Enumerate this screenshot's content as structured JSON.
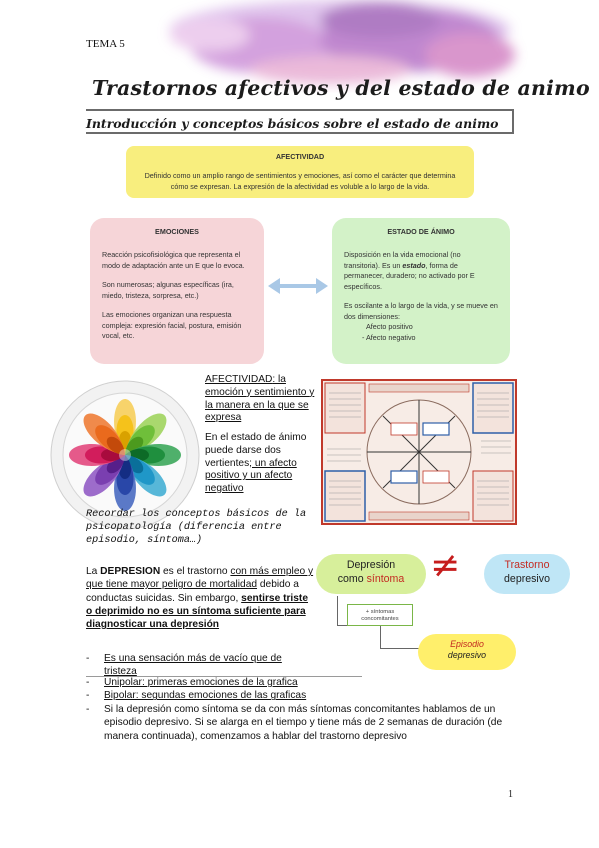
{
  "header": {
    "tema": "TEMA 5",
    "title": "Trastornos afectivos y del estado de animo",
    "subtitle": "Introducción y conceptos básicos sobre el estado de animo"
  },
  "afectividad_box": {
    "title": "AFECTIVIDAD",
    "description": "Definido como un amplio rango de sentimientos y emociones, así como el carácter que determina cómo se expresan. La expresión de la afectividad es voluble a lo largo de la vida."
  },
  "emociones_box": {
    "title": "EMOCIONES",
    "p1": "Reacción psicofisiológica que representa el modo de adaptación ante un E que lo evoca.",
    "p2": "Son numerosas; algunas específicas (ira, miedo, tristeza, sorpresa, etc.)",
    "p3": "Las emociones organizan una respuesta compleja: expresión facial, postura, emisión vocal, etc."
  },
  "estado_box": {
    "title": "ESTADO DE ÁNIMO",
    "p1_a": "Disposición en la vida emocional (no transitoria). Es un ",
    "p1_b": "estado",
    "p1_c": ", forma de permanecer, duradero; no activado por E específicos.",
    "p2": "Es oscilante a lo largo de la vida, y se mueve en dos dimensiones:",
    "pos": "Afecto positivo",
    "neg": "- Afecto negativo"
  },
  "notes": {
    "afect_a": "AFECTIVIDAD",
    "afect_b": ": la emoción y sentimiento y la manera en la que se expresa",
    "estado_a": "En el estado de ánimo puede darse dos vertientes",
    "estado_b": "; un afecto positivo y un afecto negativo",
    "recordar": "Recordar los conceptos básicos de la psicopatología (diferencia entre episodio, síntoma…)"
  },
  "depresion": {
    "p_a": "La ",
    "p_b": "DEPRESION",
    "p_c": " es el trastorno ",
    "p_d": "con más empleo y que tiene mayor peligro de mortalidad",
    "p_e": " debido a conductas suicidas. Sin embargo, ",
    "p_f": "sentirse triste o deprimido no es un síntoma suficiente para diagnosticar una depresión",
    "items": [
      "Es una sensación más de vacío que de tristeza",
      "Unipolar: primeras emociones de la grafica",
      "Bipolar: segundas emociones de las graficas",
      "Si la depresión como síntoma se da con más síntomas concomitantes hablamos de un episodio depresivo. Si se alarga en el tiempo y tiene más de 2 semanas de duración (de manera continuada), comenzamos a hablar del trastorno depresivo"
    ]
  },
  "diagram": {
    "sintoma_a": "Depresión",
    "sintoma_b": "como ",
    "sintoma_c": "síntoma",
    "neq": "≠",
    "trast_a": "Trastorno",
    "trast_b": "depresivo",
    "sintomas_box": "+ síntomas concomitantes",
    "episodio_a": "Episodio",
    "episodio_b": "depresivo"
  },
  "page_number": "1",
  "colors": {
    "afectividad_bg": "#f8ee7e",
    "emociones_bg": "#f6d5d8",
    "estado_bg": "#d3f2c8",
    "sintoma_bg": "#d7ef9b",
    "trastorno_bg": "#bfe6f6",
    "episodio_bg": "#ffef6b",
    "accent_red": "#c42b22"
  }
}
